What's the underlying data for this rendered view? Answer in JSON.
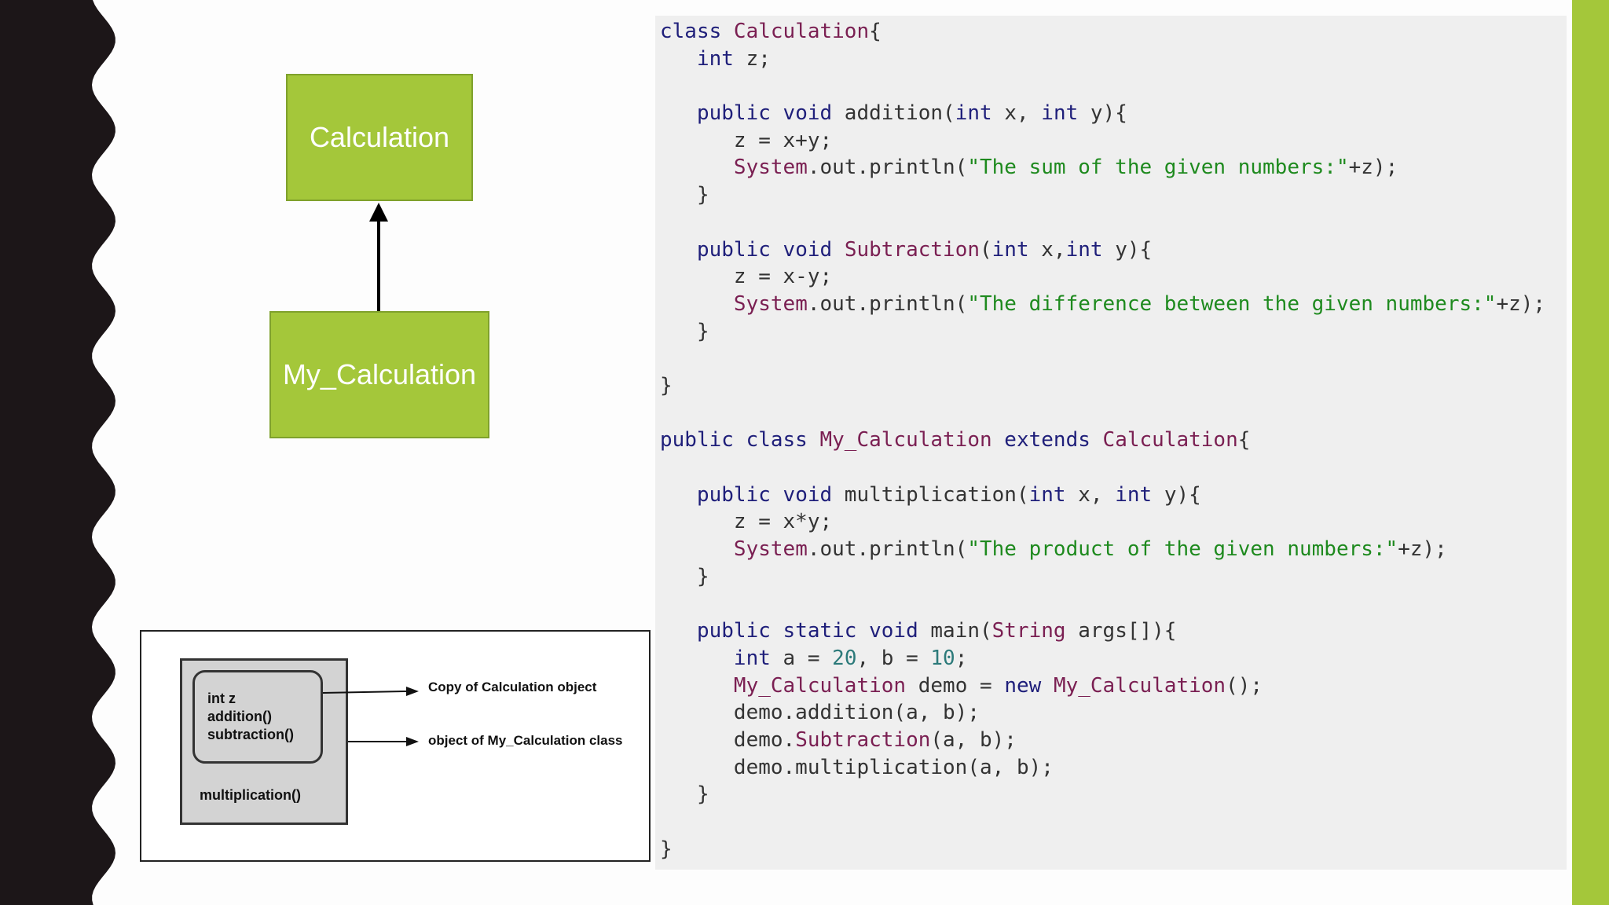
{
  "colors": {
    "slide_background": "#fdfdfd",
    "left_border": "#1c1618",
    "accent_green": "#a4c73a",
    "code_background": "#efefef",
    "keyword": "#1f1f7a",
    "type_name": "#7a1f52",
    "string": "#1e8a1e",
    "number": "#2c7a7a",
    "plain": "#333333",
    "object_fill": "#d3d3d3"
  },
  "uml": {
    "parent_class": "Calculation",
    "child_class": "My_Calculation",
    "relation": "inheritance-arrow"
  },
  "memory": {
    "inner_fields": [
      "int z",
      "addition()",
      "subtraction()"
    ],
    "outer_method": "multiplication()",
    "label_copy": "Copy of Calculation object",
    "label_object": "object of My_Calculation class"
  },
  "code": [
    [
      [
        "kw",
        "class "
      ],
      [
        "ty",
        "Calculation"
      ],
      [
        "pl",
        "{"
      ]
    ],
    [
      [
        "pl",
        "   "
      ],
      [
        "kw",
        "int"
      ],
      [
        "pl",
        " z;"
      ]
    ],
    [],
    [
      [
        "pl",
        "   "
      ],
      [
        "kw",
        "public void"
      ],
      [
        "pl",
        " addition("
      ],
      [
        "kw",
        "int"
      ],
      [
        "pl",
        " x, "
      ],
      [
        "kw",
        "int"
      ],
      [
        "pl",
        " y){"
      ]
    ],
    [
      [
        "pl",
        "      z = x+y;"
      ]
    ],
    [
      [
        "pl",
        "      "
      ],
      [
        "ty",
        "System"
      ],
      [
        "pl",
        ".out.println("
      ],
      [
        "st",
        "\"The sum of the given numbers:\""
      ],
      [
        "pl",
        "+z);"
      ]
    ],
    [
      [
        "pl",
        "   }"
      ]
    ],
    [],
    [
      [
        "pl",
        "   "
      ],
      [
        "kw",
        "public void"
      ],
      [
        "pl",
        " "
      ],
      [
        "ty",
        "Subtraction"
      ],
      [
        "pl",
        "("
      ],
      [
        "kw",
        "int"
      ],
      [
        "pl",
        " x,"
      ],
      [
        "kw",
        "int"
      ],
      [
        "pl",
        " y){"
      ]
    ],
    [
      [
        "pl",
        "      z = x-y;"
      ]
    ],
    [
      [
        "pl",
        "      "
      ],
      [
        "ty",
        "System"
      ],
      [
        "pl",
        ".out.println("
      ],
      [
        "st",
        "\"The difference between the given numbers:\""
      ],
      [
        "pl",
        "+z);"
      ]
    ],
    [
      [
        "pl",
        "   }"
      ]
    ],
    [],
    [
      [
        "pl",
        "}"
      ]
    ],
    [],
    [
      [
        "kw",
        "public class "
      ],
      [
        "ty",
        "My_Calculation"
      ],
      [
        "kw",
        " extends "
      ],
      [
        "ty",
        "Calculation"
      ],
      [
        "pl",
        "{"
      ]
    ],
    [],
    [
      [
        "pl",
        "   "
      ],
      [
        "kw",
        "public void"
      ],
      [
        "pl",
        " multiplication("
      ],
      [
        "kw",
        "int"
      ],
      [
        "pl",
        " x, "
      ],
      [
        "kw",
        "int"
      ],
      [
        "pl",
        " y){"
      ]
    ],
    [
      [
        "pl",
        "      z = x*y;"
      ]
    ],
    [
      [
        "pl",
        "      "
      ],
      [
        "ty",
        "System"
      ],
      [
        "pl",
        ".out.println("
      ],
      [
        "st",
        "\"The product of the given numbers:\""
      ],
      [
        "pl",
        "+z);"
      ]
    ],
    [
      [
        "pl",
        "   }"
      ]
    ],
    [],
    [
      [
        "pl",
        "   "
      ],
      [
        "kw",
        "public static void"
      ],
      [
        "pl",
        " main("
      ],
      [
        "ty",
        "String"
      ],
      [
        "pl",
        " args[]){"
      ]
    ],
    [
      [
        "pl",
        "      "
      ],
      [
        "kw",
        "int"
      ],
      [
        "pl",
        " a = "
      ],
      [
        "nu",
        "20"
      ],
      [
        "pl",
        ", b = "
      ],
      [
        "nu",
        "10"
      ],
      [
        "pl",
        ";"
      ]
    ],
    [
      [
        "pl",
        "      "
      ],
      [
        "ty",
        "My_Calculation"
      ],
      [
        "pl",
        " demo = "
      ],
      [
        "kw",
        "new"
      ],
      [
        "pl",
        " "
      ],
      [
        "ty",
        "My_Calculation"
      ],
      [
        "pl",
        "();"
      ]
    ],
    [
      [
        "pl",
        "      demo.addition(a, b);"
      ]
    ],
    [
      [
        "pl",
        "      demo."
      ],
      [
        "ty",
        "Subtraction"
      ],
      [
        "pl",
        "(a, b);"
      ]
    ],
    [
      [
        "pl",
        "      demo.multiplication(a, b);"
      ]
    ],
    [
      [
        "pl",
        "   }"
      ]
    ],
    [],
    [
      [
        "pl",
        "}"
      ]
    ]
  ]
}
